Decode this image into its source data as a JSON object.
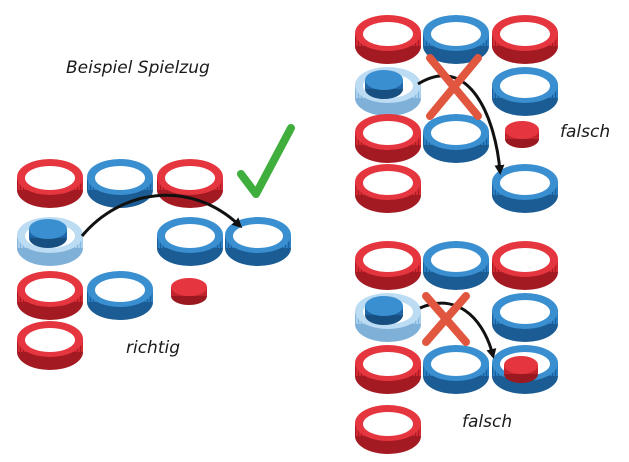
{
  "labels": {
    "title": "Beispiel Spielzug",
    "correct": "richtig",
    "wrong_top": "falsch",
    "wrong_bottom": "falsch"
  },
  "colors": {
    "red": "#dd2f38",
    "blue": "#2e83c6",
    "light_blue": "#9dc8ea",
    "check": "#3fae3c",
    "cross": "#e0563f",
    "arrow": "#111111"
  },
  "examples": [
    {
      "name": "richtig",
      "rings": [
        "red",
        "blue",
        "red",
        "selected",
        "blue",
        "blue-target",
        "red",
        "blue",
        "red"
      ],
      "moved_piece": "blue",
      "other_piece": "red",
      "mark": "check-icon"
    },
    {
      "name": "falsch",
      "rings": [
        "red",
        "blue",
        "red",
        "selected",
        "blue",
        "red",
        "blue",
        "red",
        "blue-target"
      ],
      "moved_piece": "blue",
      "other_piece": "red",
      "mark": "cross-icon"
    },
    {
      "name": "falsch",
      "rings": [
        "red",
        "blue",
        "red",
        "selected",
        "blue",
        "red",
        "blue-target",
        "red"
      ],
      "moved_piece": "blue",
      "other_piece": "red",
      "mark": "cross-icon"
    }
  ]
}
